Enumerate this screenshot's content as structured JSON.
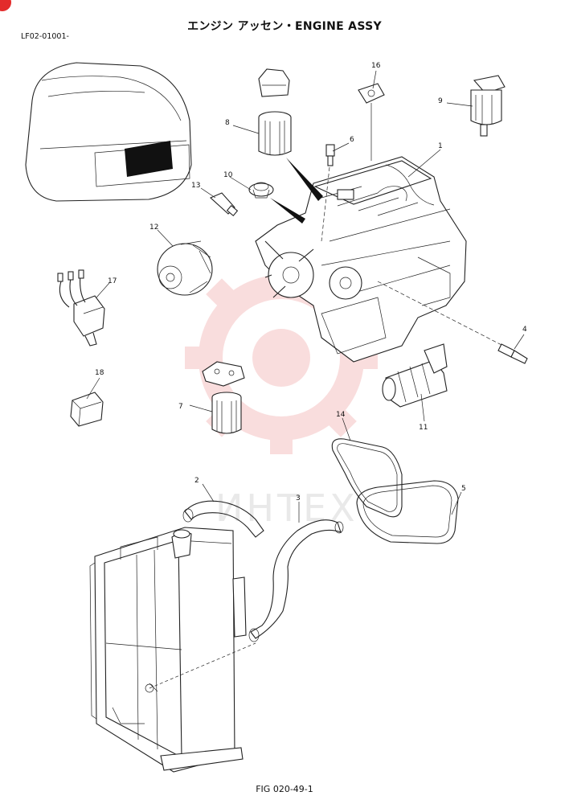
{
  "header": {
    "title": "エンジン アッセン・ENGINE ASSY",
    "code": "LF02-01001-"
  },
  "footer": {
    "figure_label": "FIG 020-49-1"
  },
  "watermark": {
    "text": "ИНТЕХ",
    "color": "#f2b5b5"
  },
  "callouts": [
    "1",
    "2",
    "3",
    "4",
    "5",
    "6",
    "7",
    "8",
    "9",
    "10",
    "11",
    "12",
    "13",
    "14",
    "16",
    "17",
    "18"
  ],
  "colors": {
    "corner_mark": "#e32b2b",
    "line": "#222222"
  }
}
